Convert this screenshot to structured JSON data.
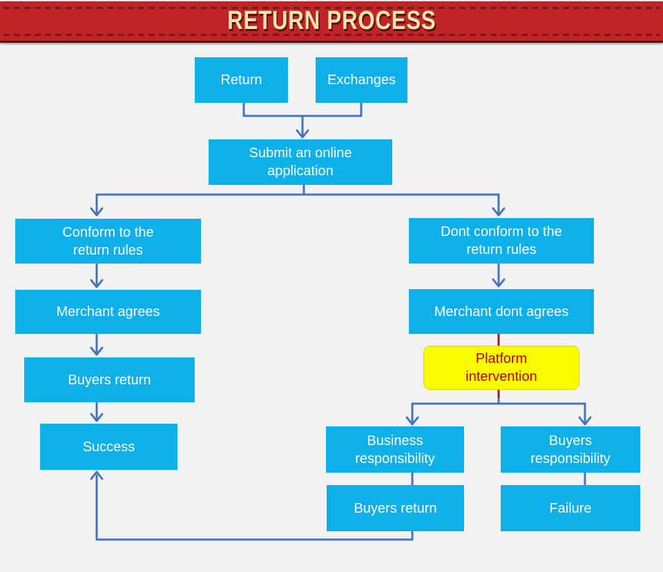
{
  "title_banner": {
    "title": "RETURN PROCESS"
  },
  "colors": {
    "banner_background": "#BE2428",
    "banner_stitch_dashes": "#7E1518",
    "banner_title_text": "#F2E5A8",
    "node_fill": "#0DB0E8",
    "node_text": "#FFFFFF",
    "highlight_node_fill": "#FBFB00",
    "highlight_node_text": "#C00000",
    "connector_blue": "#4673BD",
    "connector_red": "#9B1C20",
    "page_background": "#F2F2F3"
  },
  "nodes": {
    "return": "Return",
    "exchanges": "Exchanges",
    "submit_application": "Submit an online\napplication",
    "conform_rules": "Conform to the\nreturn rules",
    "dont_conform_rules": "Dont conform to the\nreturn rules",
    "merchant_agrees": "Merchant agrees",
    "merchant_dont_agrees": "Merchant dont agrees",
    "platform_intervention": "Platform\nintervention",
    "buyers_return": "Buyers return",
    "success": "Success",
    "business_responsibility": "Business\nresponsibility",
    "buyers_responsibility": "Buyers\nresponsibility",
    "buyers_return_2": "Buyers return",
    "failure": "Failure"
  },
  "edges": [
    {
      "from": "return",
      "to": "submit_application",
      "type": "arrow"
    },
    {
      "from": "exchanges",
      "to": "submit_application",
      "type": "arrow"
    },
    {
      "from": "submit_application",
      "to": "conform_rules",
      "type": "arrow"
    },
    {
      "from": "submit_application",
      "to": "dont_conform_rules",
      "type": "arrow"
    },
    {
      "from": "conform_rules",
      "to": "merchant_agrees",
      "type": "arrow"
    },
    {
      "from": "merchant_agrees",
      "to": "buyers_return",
      "type": "arrow"
    },
    {
      "from": "buyers_return",
      "to": "success",
      "type": "arrow"
    },
    {
      "from": "dont_conform_rules",
      "to": "merchant_dont_agrees",
      "type": "arrow"
    },
    {
      "from": "merchant_dont_agrees",
      "to": "platform_intervention",
      "type": "red-line"
    },
    {
      "from": "platform_intervention",
      "to": "business_responsibility",
      "type": "arrow"
    },
    {
      "from": "platform_intervention",
      "to": "buyers_responsibility",
      "type": "arrow"
    },
    {
      "from": "business_responsibility",
      "to": "buyers_return_2",
      "type": "line"
    },
    {
      "from": "buyers_responsibility",
      "to": "failure",
      "type": "line"
    },
    {
      "from": "buyers_return_2",
      "to": "success",
      "type": "arrow"
    }
  ]
}
